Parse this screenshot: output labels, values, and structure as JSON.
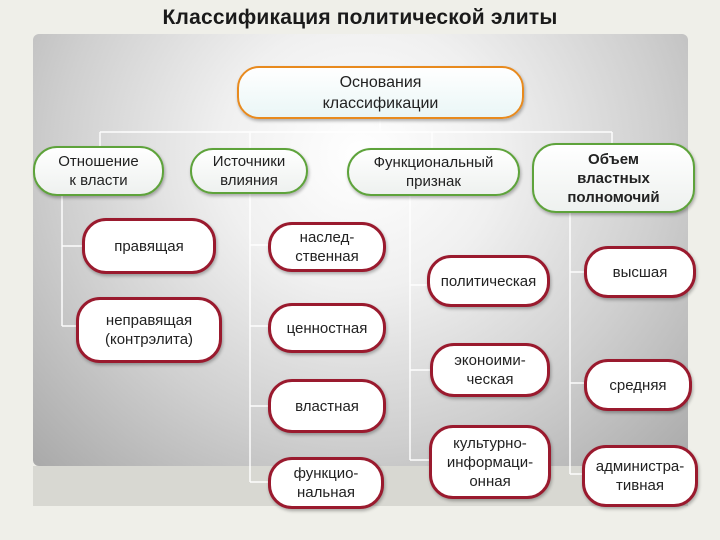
{
  "title": "Классификация политической элиты",
  "root": {
    "line1": "Основания",
    "line2": "классификации"
  },
  "categories": [
    {
      "lines": [
        "Отношение",
        "к власти"
      ]
    },
    {
      "lines": [
        "Источники",
        "влияния"
      ]
    },
    {
      "lines": [
        "Функциональный",
        "признак"
      ]
    },
    {
      "lines": [
        "Объем",
        "властных",
        "полномочий"
      ]
    }
  ],
  "items": {
    "power_relation": [
      {
        "lines": [
          "правящая"
        ]
      },
      {
        "lines": [
          "неправящая",
          "(контрэлита)"
        ]
      }
    ],
    "influence_sources": [
      {
        "lines": [
          "наслед-",
          "ственная"
        ]
      },
      {
        "lines": [
          "ценностная"
        ]
      },
      {
        "lines": [
          "властная"
        ]
      },
      {
        "lines": [
          "функцио-",
          "нальная"
        ]
      }
    ],
    "functional": [
      {
        "lines": [
          "политическая"
        ]
      },
      {
        "lines": [
          "эконоими-",
          "ческая"
        ]
      },
      {
        "lines": [
          "культурно-",
          "информаци-",
          "онная"
        ]
      }
    ],
    "power_scope": [
      {
        "lines": [
          "высшая"
        ]
      },
      {
        "lines": [
          "средняя"
        ]
      },
      {
        "lines": [
          "администра-",
          "тивная"
        ]
      }
    ]
  },
  "colors": {
    "root_border": "#e88a1e",
    "category_border": "#5ea33b",
    "item_border": "#9a1a2e",
    "connector": "#ffffff"
  }
}
